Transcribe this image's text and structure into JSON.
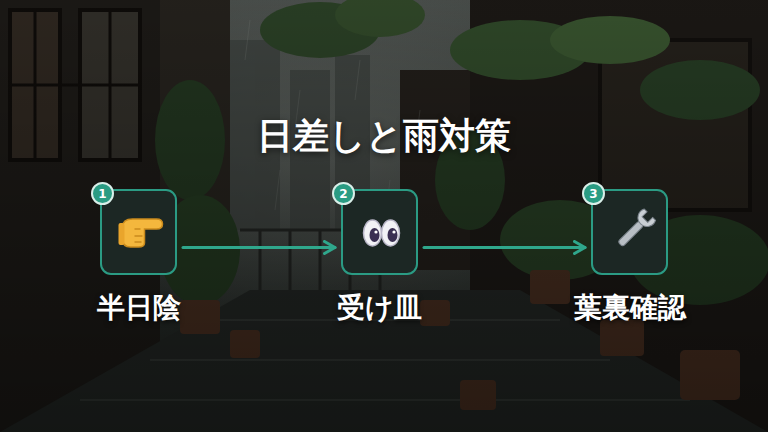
{
  "diagram": {
    "title": "日差しと雨対策",
    "nodes": [
      {
        "text": [
          "半日陰"
        ]
      },
      {
        "text": [
          "1"
        ],
        "in": 0
      },
      {
        "text": [
          "受け皿"
        ]
      },
      {
        "text": [
          "2"
        ],
        "in": 2
      },
      {
        "text": [
          "葉裏確認"
        ]
      },
      {
        "text": [
          "3"
        ],
        "in": 4
      }
    ],
    "edges": [
      {
        "from": 0,
        "to": 2,
        "arrow": "to"
      },
      {
        "from": 2,
        "to": 4,
        "arrow": "to"
      }
    ]
  }
}
